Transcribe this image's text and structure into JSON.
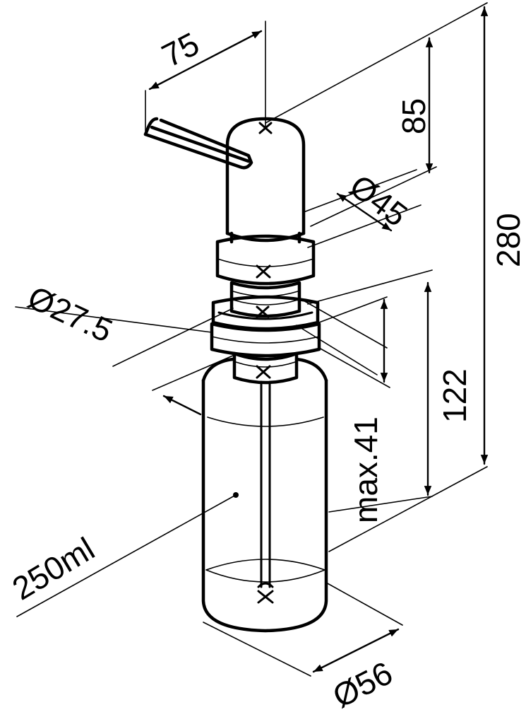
{
  "figure": {
    "labels": {
      "spout_reach": "75",
      "head_height": "85",
      "head_diameter": "Ø45",
      "overall_height": "280",
      "shank_diameter": "Ø27.5",
      "max_counter_thickness": "max.41",
      "bottle_height": "122",
      "bottle_volume": "250ml",
      "bottle_diameter": "Ø56"
    },
    "colors": {
      "line": "#000000",
      "background": "#ffffff"
    }
  }
}
